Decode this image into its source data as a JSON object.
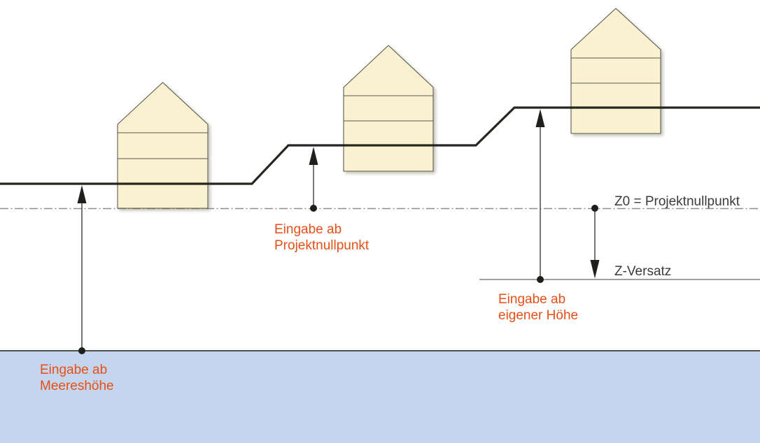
{
  "labels": {
    "sea_level": {
      "line1": "Eingabe ab",
      "line2": "Meereshöhe"
    },
    "project_zero": {
      "line1": "Eingabe ab",
      "line2": "Projektnullpunkt"
    },
    "own_height": {
      "line1": "Eingabe ab",
      "line2": "eigener Höhe"
    },
    "z0_datum": "Z0 = Projektnullpunkt",
    "z_offset": "Z-Versatz"
  },
  "colors": {
    "background": "#FFFFFF",
    "label_accent": "#E64F17",
    "label_dark": "#3B3B3B",
    "house_fill": "#FAF1D1",
    "house_stroke": "#5C5C50",
    "sea_fill": "#C5D5ED",
    "sea_surface_line": "#50504A",
    "terrain_line": "#262621",
    "datum_line": "#8D8D8D",
    "own_height_line": "#7F7F79",
    "arrow": "#2A2A26"
  }
}
